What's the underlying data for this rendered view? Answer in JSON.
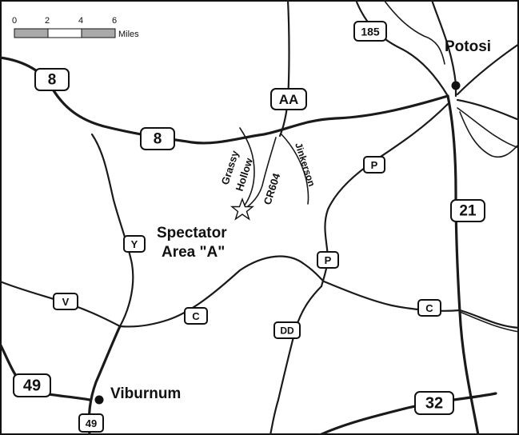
{
  "scale": {
    "ticks": [
      "0",
      "2",
      "4",
      "6"
    ],
    "unit": "Miles"
  },
  "places": {
    "potosi": "Potosi",
    "viburnum": "Viburnum",
    "spectator_line1": "Spectator",
    "spectator_line2": "Area \"A\""
  },
  "roads": {
    "grassy": "Grassy",
    "hollow": "Hollow",
    "cr604": "CR604",
    "jinkerson": "Jinkerson"
  },
  "shields": {
    "s185": "185",
    "s8_west": "8",
    "s8_center": "8",
    "aa": "AA",
    "p_north": "P",
    "p_center": "P",
    "s21": "21",
    "y": "Y",
    "v": "V",
    "c_west": "C",
    "c_east": "C",
    "dd": "DD",
    "s49_west": "49",
    "s49_south": "49",
    "s32": "32"
  },
  "colors": {
    "road": "#1a1a1a",
    "border": "#111111",
    "scale_gray": "#a9a9a9"
  }
}
